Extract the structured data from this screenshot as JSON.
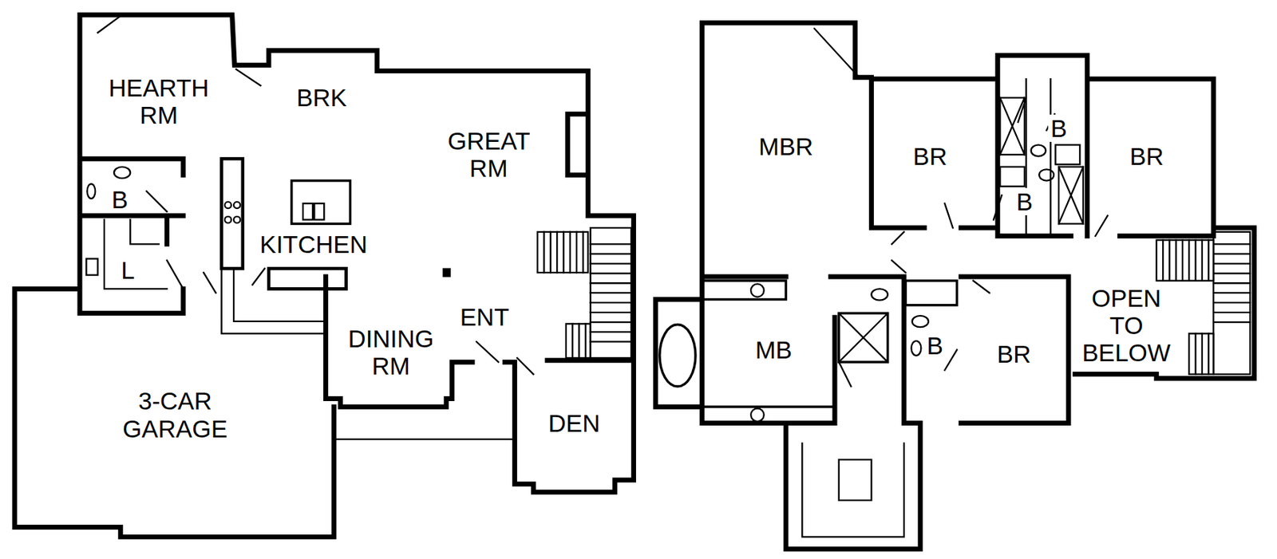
{
  "diagram": {
    "labels": [
      "HEARTH RM",
      "BRK",
      "GREAT RM",
      "B",
      "KITCHEN",
      "L",
      "DINING RM",
      "ENT",
      "3-CAR GARAGE",
      "DEN",
      "MBR",
      "BR",
      "B",
      "BR",
      "B",
      "MB",
      "B",
      "BR",
      "OPEN TO BELOW"
    ]
  }
}
